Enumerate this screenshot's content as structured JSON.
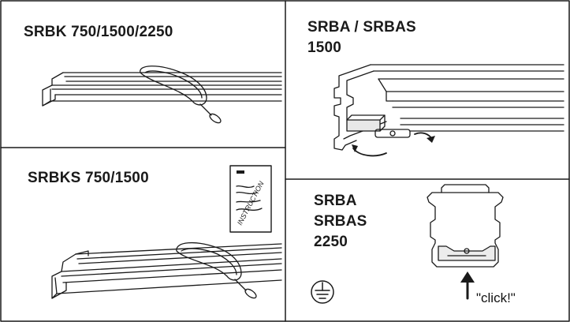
{
  "panels": {
    "srbk": {
      "title": "SRBK 750/1500/2250"
    },
    "srbks": {
      "title": "SRBKS 750/1500",
      "instruction_label": "INSTRUCTION"
    },
    "srba_top": {
      "title_line1": "SRBA / SRBAS",
      "title_line2": "1500"
    },
    "srba_bottom": {
      "line1": "SRBA",
      "line2": "SRBAS",
      "line3": "2250",
      "click_label": "\"click!\""
    }
  },
  "icons": {
    "ground": "ground-symbol-icon",
    "arrow": "arrow-up-icon",
    "rotate": "rotate-arrows-icon"
  },
  "colors": {
    "line": "#1a1a1a",
    "background": "#ffffff"
  }
}
